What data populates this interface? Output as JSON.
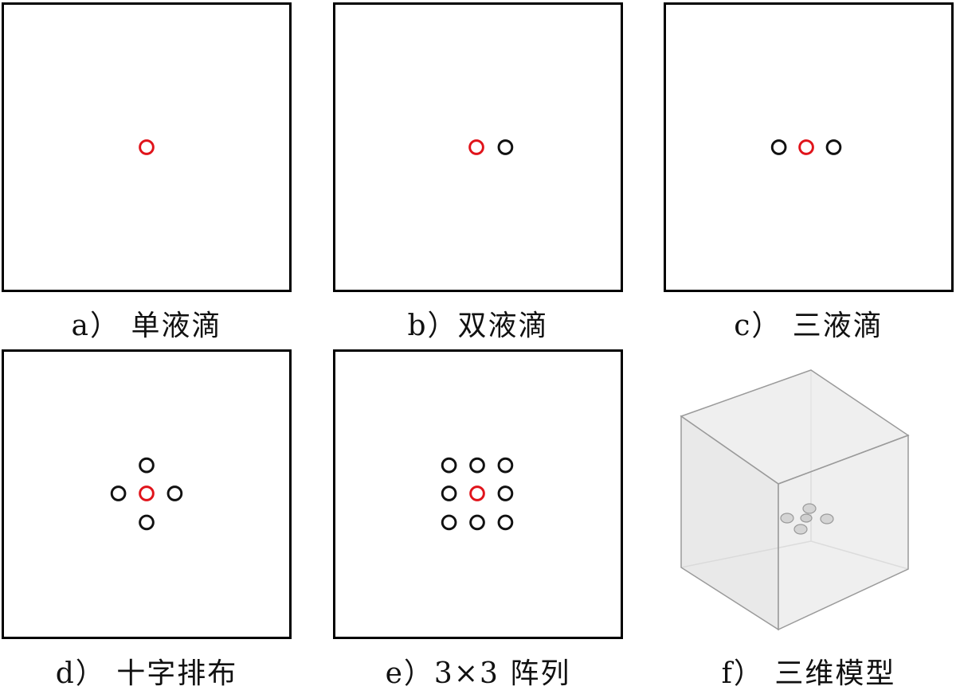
{
  "colors": {
    "frame": "#000000",
    "center_droplet": "#e0141b",
    "other_droplet": "#111111",
    "cube_face": "#e6e6e6",
    "cube_edge": "#9a9a9a"
  },
  "panels": [
    {
      "id": "a",
      "caption": "a） 单液滴"
    },
    {
      "id": "b",
      "caption": "b）双液滴"
    },
    {
      "id": "c",
      "caption": "c） 三液滴"
    },
    {
      "id": "d",
      "caption": "d） 十字排布"
    },
    {
      "id": "e",
      "caption": "e）3×3 阵列"
    },
    {
      "id": "f",
      "caption": "f） 三维模型"
    }
  ]
}
